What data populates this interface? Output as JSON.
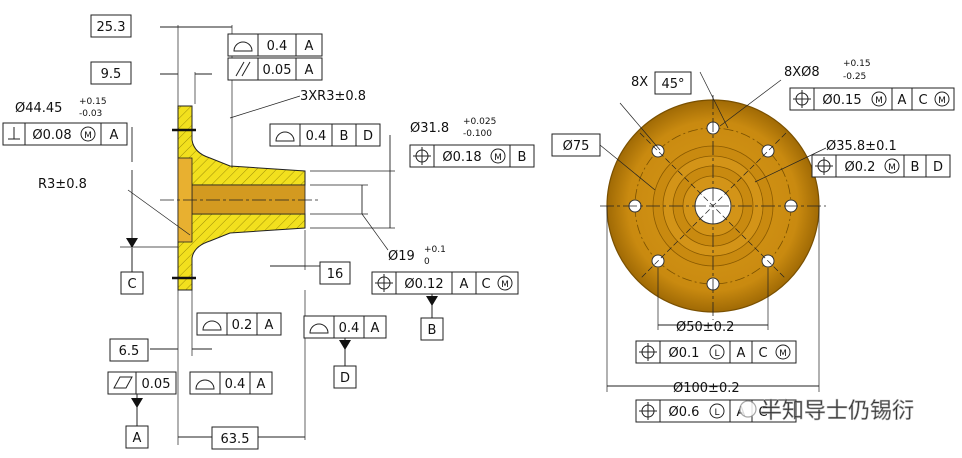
{
  "left_view": {
    "dims": {
      "d25_3": "25.3",
      "d9_5": "9.5",
      "dia44_main": "Ø44.45",
      "dia44_up": "+0.15",
      "dia44_lo": "-0.03",
      "r3_pos": "3XR3±0.8",
      "r3_single": "R3±0.8",
      "dia31_main": "Ø31.8",
      "dia31_up": "+0.025",
      "dia31_lo": "-0.100",
      "dia19_main": "Ø19",
      "dia19_up": "+0.1",
      "dia19_lo": "0",
      "d16": "16",
      "d6_5": "6.5",
      "d63_5": "63.5"
    },
    "fcf": {
      "perp": {
        "value": "Ø0.08",
        "mod": "M",
        "datum1": "A"
      },
      "profile_top": {
        "value": "0.4",
        "datum1": "A"
      },
      "parallel": {
        "value": "0.05",
        "datum1": "A"
      },
      "profile_bd": {
        "value": "0.4",
        "datum1": "B",
        "datum2": "D"
      },
      "pos_018": {
        "value": "Ø0.18",
        "mod": "M",
        "datum1": "B"
      },
      "pos_012": {
        "value": "Ø0.12",
        "datum1": "A",
        "datum2": "C",
        "mod2": "M"
      },
      "profile_02": {
        "value": "0.2",
        "datum1": "A"
      },
      "profile_04d": {
        "value": "0.4",
        "datum1": "A"
      },
      "flatness": {
        "value": "0.05"
      },
      "profile_04b": {
        "value": "0.4",
        "datum1": "A"
      }
    },
    "datums": {
      "a": "A",
      "b": "B",
      "c": "C",
      "d": "D"
    }
  },
  "right_view": {
    "dims": {
      "count_8x": "8X",
      "angle": "45°",
      "holes_main": "8XØ8",
      "holes_up": "+0.15",
      "holes_lo": "-0.25",
      "dia75": "Ø75",
      "dia35_8": "Ø35.8±0.1",
      "dia50": "Ø50±0.2",
      "dia100": "Ø100±0.2"
    },
    "fcf": {
      "holes": {
        "value": "Ø0.15",
        "mod": "M",
        "datum1": "A",
        "datum2": "C",
        "mod2": "M"
      },
      "bore": {
        "value": "Ø0.2",
        "mod": "M",
        "datum1": "B",
        "datum2": "D"
      },
      "pcd50": {
        "value": "Ø0.1",
        "mod": "L",
        "datum1": "A",
        "datum2": "C",
        "mod2": "M"
      },
      "od100": {
        "value": "Ø0.6",
        "mod": "L",
        "datum1": "A",
        "datum2": "C"
      }
    }
  },
  "watermark": "半知导士仍锡衍",
  "colors": {
    "section": "#f2e01e",
    "flange": "#c98a10",
    "flange_dark": "#a06a05",
    "ink": "#111111"
  }
}
